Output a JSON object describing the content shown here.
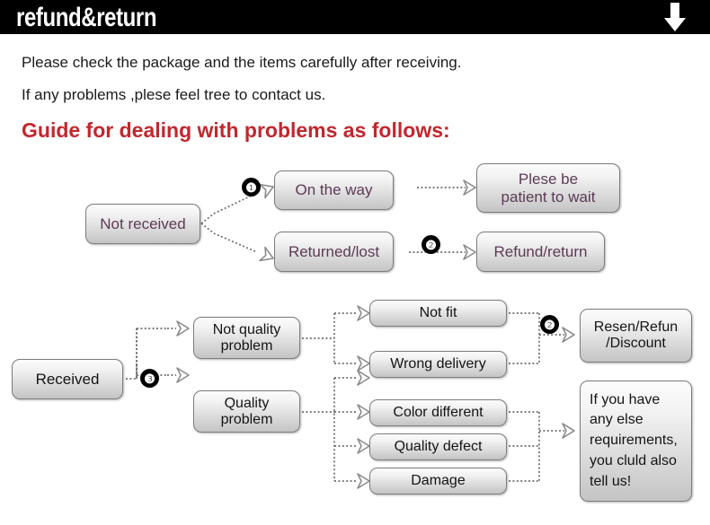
{
  "header": {
    "title": "refund&return",
    "arrow_icon": "down-arrow-icon"
  },
  "intro": {
    "line1": "Please check the package and the items carefully after receiving.",
    "line2": "If any problems ,plese feel tree to contact us.",
    "guide_heading": "Guide for dealing with problems as follows:"
  },
  "colors": {
    "header_bg": "#000000",
    "heading_red": "#c1272d",
    "node_text_purple": "#5d3a57",
    "node_text_dark": "#141414",
    "node_border": "#7d7d7d"
  },
  "flow_not_received": {
    "nodes": {
      "not_received": "Not received",
      "on_the_way": "On the way",
      "returned_lost": "Returned/lost",
      "plese_be_patient": "Plese be\npatient to wait",
      "refund_return": "Refund/return"
    },
    "badges": {
      "one": "❶",
      "two": "❷"
    }
  },
  "flow_received": {
    "nodes": {
      "received": "Received",
      "not_quality_problem": "Not quality\nproblem",
      "quality_problem": "Quality\nproblem",
      "not_fit": "Not fit",
      "wrong_delivery": "Wrong delivery",
      "color_different": "Color different",
      "quality_defect": "Quality defect",
      "damage": "Damage",
      "resend_refund_discount": "Resen/Refun\n/Discount",
      "contact_note": "If you have\nany else\nrequirements,\nyou cluld also\ntell us!"
    },
    "badges": {
      "three": "❸",
      "two": "❷"
    }
  }
}
